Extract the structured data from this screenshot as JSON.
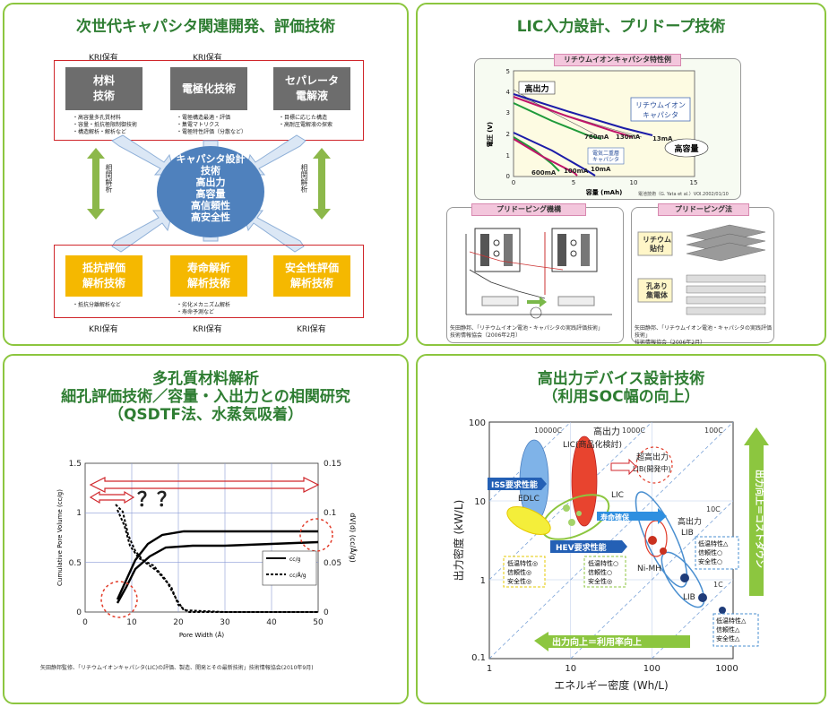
{
  "panel1": {
    "title": "次世代キャパシタ関連開発、評価技術",
    "kri_top": [
      "KRI保有",
      "KRI保有"
    ],
    "kri_bottom": [
      "KRI保有",
      "KRI保有",
      "KRI保有"
    ],
    "top_blocks": [
      "材料\n技術",
      "電極化技術",
      "セパレータ\n電解液"
    ],
    "top_notes": [
      "・高容量多孔質材料\n・容量・抵抗極限制御技術\n・構造解析・解析など",
      "・電極構造最適・評価\n・集電マトリクス\n・電極特性評価（分散など）",
      "・目標に応じた構造\n・高耐圧電解液の探索"
    ],
    "center": "キャパシタ設計\n技術\n高出力\n高容量\n高信頼性\n高安全性",
    "side_label": "相関解析",
    "bottom_blocks": [
      "抵抗評価\n解析技術",
      "寿命解析\n解析技術",
      "安全性評価\n解析技術"
    ],
    "bottom_notes": [
      "・抵抗分離解析など",
      "・劣化メカニズム解析\n・寿命予測など",
      ""
    ]
  },
  "panel2": {
    "title": "LIC入力設計、プリドープ技術",
    "chart_title": "リチウムイオンキャパシタ特性例",
    "ylabel": "電圧 (V)",
    "xlabel": "容量 (mAh)",
    "xticks": [
      "0",
      "5",
      "10",
      "15"
    ],
    "yticks": [
      "0",
      "1",
      "2",
      "3",
      "4",
      "5"
    ],
    "lbl_high_power": "高出力",
    "lbl_high_cap": "高容量",
    "lbl_lic": "リチウムイオン\nキャパシタ",
    "lbl_edlc": "電気二重層\nキャパシタ",
    "currents_top": [
      "760mA",
      "130mA",
      "13mA"
    ],
    "currents_bottom": [
      "600mA",
      "100mA",
      "10mA"
    ],
    "chart_src": "電池技術（G. Yata et al.）VOl.2002/01/10",
    "sub_left_title": "プリドーピング機構",
    "sub_right_title": "プリドーピング法",
    "li_foil": "リチウム\n貼付",
    "hole_foil": "孔あり\n集電体",
    "cite": "矢田静邦、「リチウムイオン電池・キャパシタの実践評価技術」\n技術情報協会（2006年2月）"
  },
  "panel3": {
    "title": "多孔質材料解析\n細孔評価技術／容量・入出力との相関研究\n（QSDTF法、水蒸気吸着）",
    "ylabel_left": "Cumulative Pore Volume (cc/g)",
    "ylabel_right": "dV(d) (cc/Å/g)",
    "xlabel": "Pore Width (Å)",
    "xticks": [
      "0",
      "10",
      "20",
      "30",
      "40",
      "50"
    ],
    "yticks_left": [
      "0",
      "0.5",
      "1",
      "1.5"
    ],
    "yticks_right": [
      "0",
      "0.05",
      "0.1",
      "0.15"
    ],
    "legend": [
      "cc/g",
      "cc/Å/g"
    ],
    "question": "？？",
    "cite": "矢田静邦監修、「リチウムイオンキャパシタ(LIC)の評価、製造、開発とその最新技術」技術情報協会(2010年9月)"
  },
  "panel4": {
    "title": "高出力デバイス設計技術\n（利用SOC幅の向上）",
    "ylabel": "出力密度 (kW/L)",
    "xlabel": "エネルギー密度 (Wh/L)",
    "xticks": [
      "1",
      "10",
      "100",
      "1000"
    ],
    "yticks": [
      "0.1",
      "1",
      "10",
      "100"
    ],
    "c_lines": [
      "10000C",
      "1000C",
      "100C",
      "10C",
      "1C"
    ],
    "lbl_lic_product": "高出力\nLIC(商品化検討)",
    "lbl_lib_dev": "超高出力\nLIB(開発中)",
    "lbl_edlc": "EDLC",
    "lbl_lic": "LIC",
    "lbl_hp_lib": "高出力\nLIB",
    "lbl_nimh": "Ni-MH",
    "lbl_lib": "LIB",
    "iss": "ISS要求性能",
    "hev": "HEV要求性能",
    "life": "寿命確保",
    "arrow_right": "出力向上＝利用率向上",
    "arrow_up": "出力向上＝コストダウン",
    "box1": "低温特性◎\n信頼性◎\n安全性◎",
    "box2": "低温特性○\n信頼性○\n安全性◎",
    "box3": "低温特性△\n信頼性○\n安全性○",
    "box4": "低温特性△\n信頼性△\n安全性△"
  }
}
